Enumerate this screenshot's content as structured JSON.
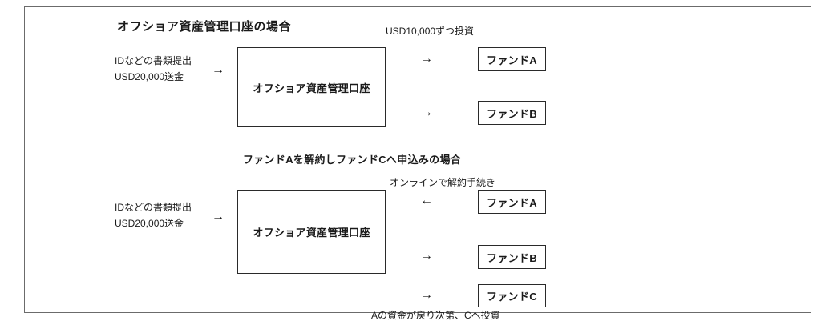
{
  "section1": {
    "title": "オフショア資産管理口座の場合",
    "invest_note": "USD10,000ずつ投資",
    "left_label_line1": "IDなどの書類提出",
    "left_label_line2": "USD20,000送金",
    "arrow_in": "→",
    "account_box_label": "オフショア資産管理口座",
    "arrow_to_fund_a": "→",
    "fund_a_label": "ファンドA",
    "arrow_to_fund_b": "→",
    "fund_b_label": "ファンドB"
  },
  "section2": {
    "title": "ファンドAを解約しファンドCへ申込みの場合",
    "cancel_note": "オンラインで解約手続き",
    "left_label_line1": "IDなどの書類提出",
    "left_label_line2": "USD20,000送金",
    "arrow_in": "→",
    "account_box_label": "オフショア資産管理口座",
    "arrow_from_fund_a": "←",
    "fund_a_label": "ファンドA",
    "arrow_to_fund_b": "→",
    "fund_b_label": "ファンドB",
    "arrow_to_fund_c": "→",
    "fund_c_label": "ファンドC",
    "bottom_note": "Aの資金が戻り次第、Cへ投資"
  },
  "colors": {
    "text": "#1a1a1a",
    "border": "#2a2a2a",
    "frame_border": "#6b6b6b",
    "background": "#ffffff"
  }
}
